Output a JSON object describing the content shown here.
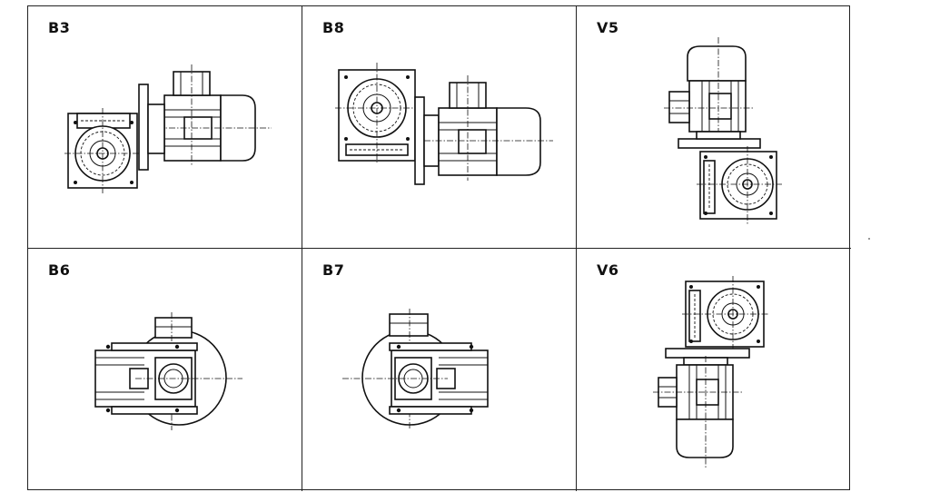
{
  "mounting_positions": [
    {
      "id": "b3",
      "label": "B3"
    },
    {
      "id": "b8",
      "label": "B8"
    },
    {
      "id": "v5",
      "label": "V5"
    },
    {
      "id": "b6",
      "label": "B6"
    },
    {
      "id": "b7",
      "label": "B7"
    },
    {
      "id": "v6",
      "label": "V6"
    }
  ]
}
